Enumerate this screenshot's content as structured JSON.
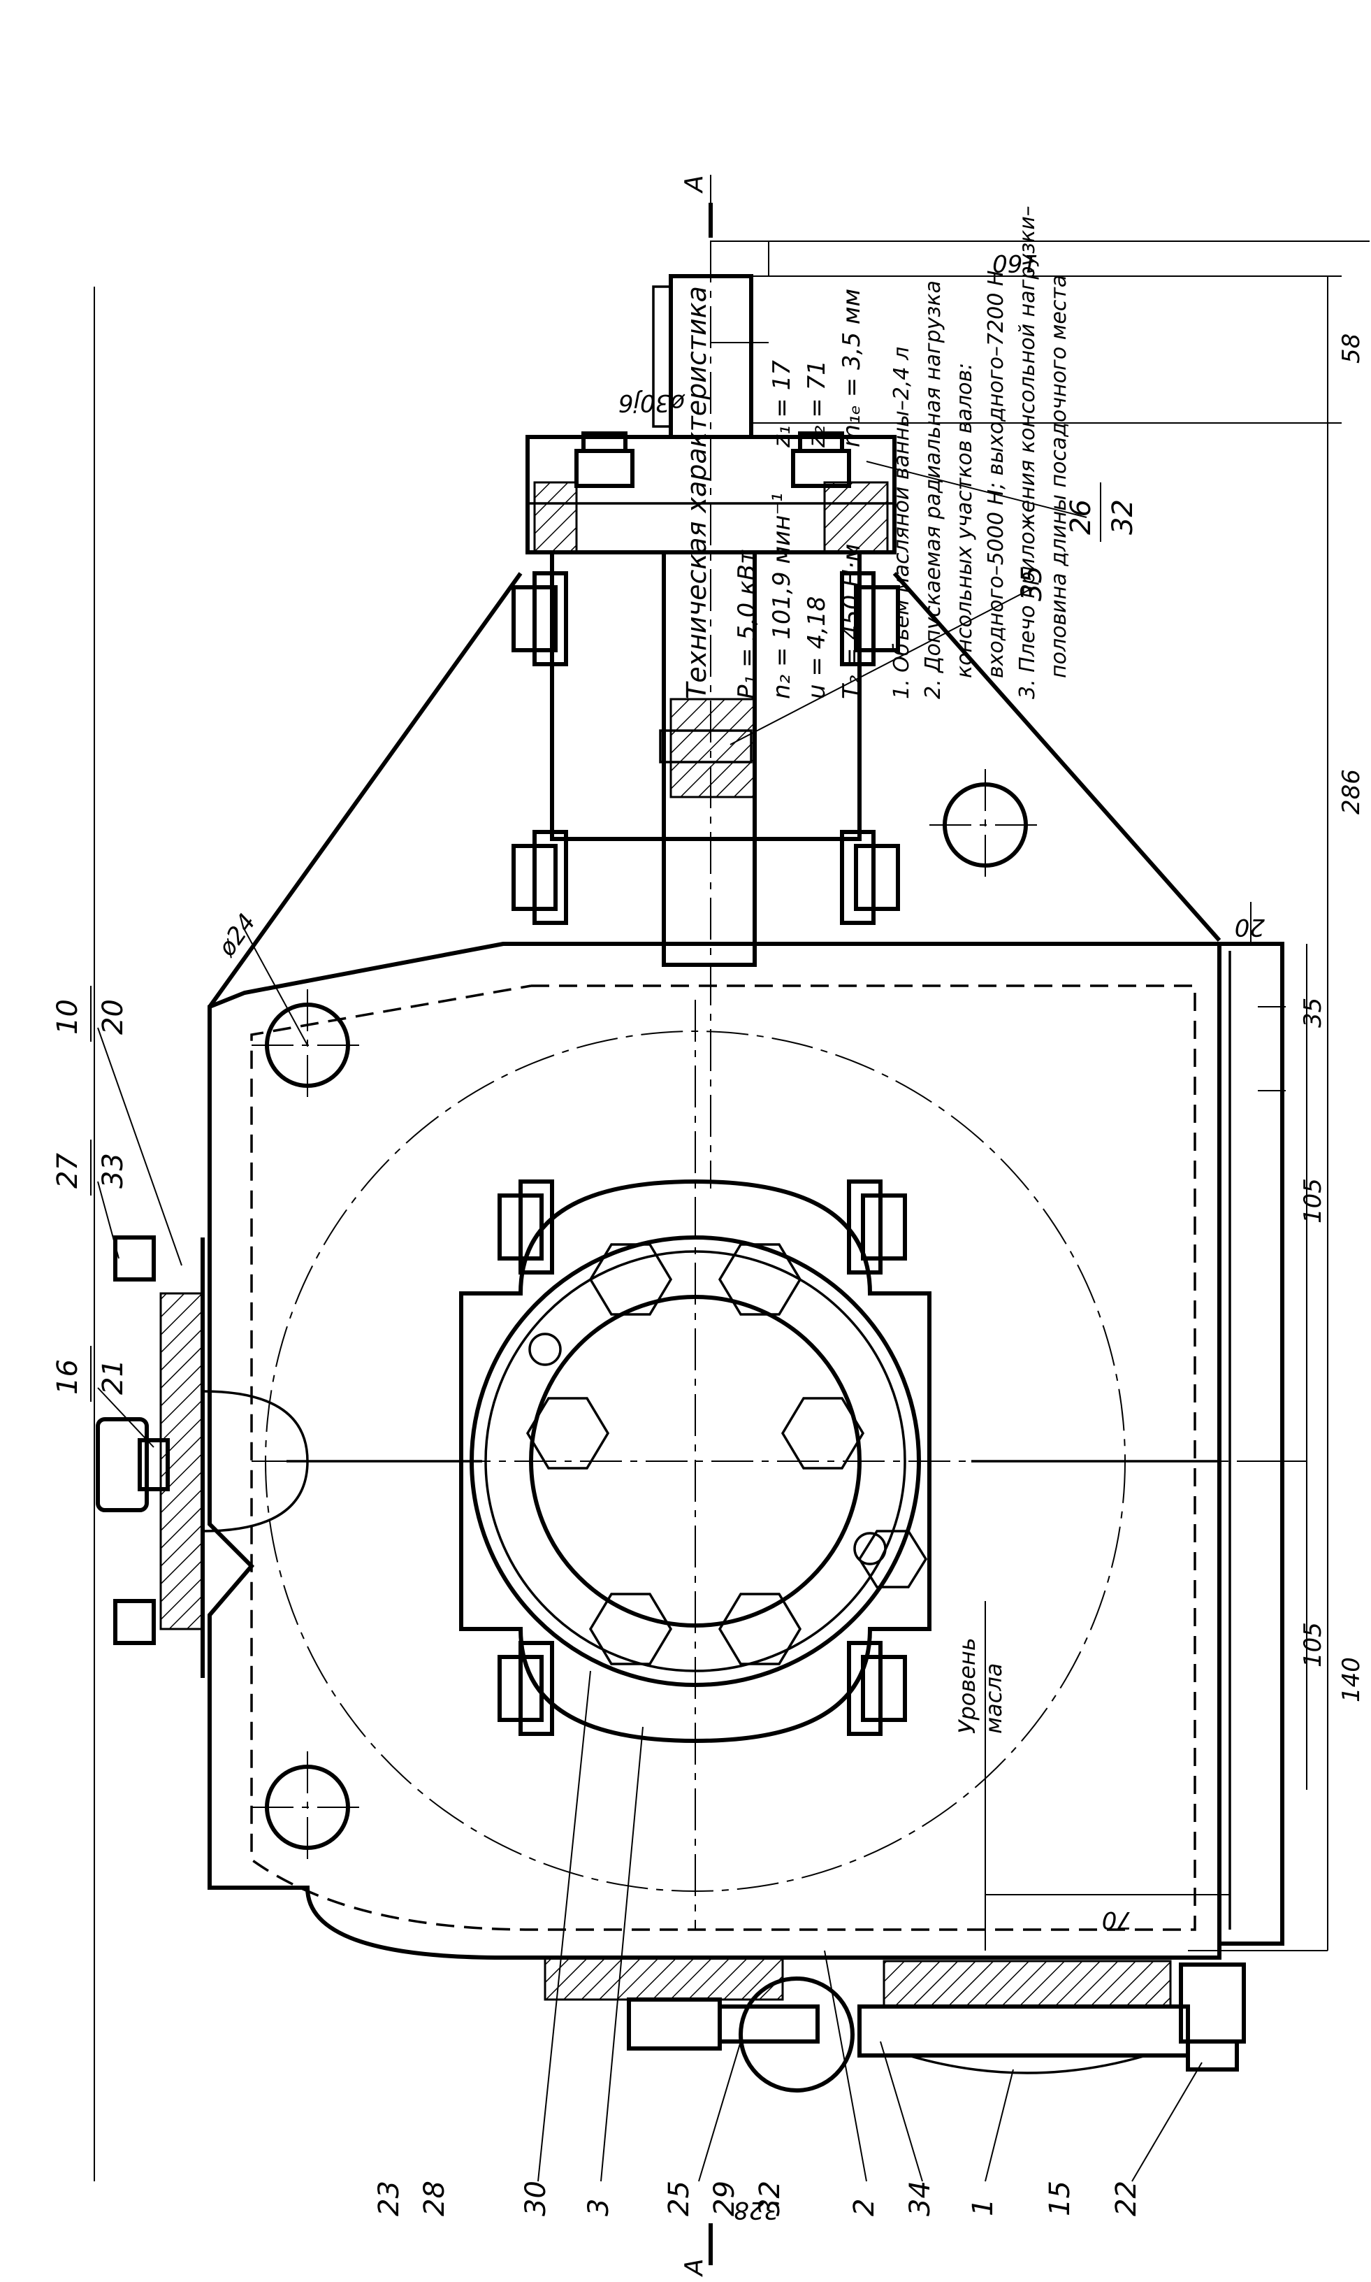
{
  "spec": {
    "title": "Техническая характеристика",
    "params": [
      "P₁ = 5,0 кВт",
      "n₂ = 101,9 мин⁻¹",
      "u = 4,18",
      "T₂ = 450 Н·м"
    ],
    "gear_params": [
      "z₁ = 17",
      "z₂ = 71",
      "m₁ₑ = 3,5 мм"
    ],
    "notes": [
      "1. Объем масляной ванны–2,4 л",
      "2. Допускаемая радиальная нагрузка",
      "консольных участков валов:",
      "входного–5000 Н; выходного–7200 Н",
      "3. Плечо приложения консольной нагрузки–",
      "половина длины посадочного места"
    ]
  },
  "oil_level": [
    "Уровень",
    "масла"
  ],
  "section": {
    "mark_top": "А",
    "mark_bottom": "А"
  },
  "dimensions": {
    "d_shaft": "ø30j6",
    "d_hole": "ø24",
    "d160": "160",
    "d58": "58",
    "d286": "286",
    "d20": "20",
    "d35": "35",
    "d105a": "105",
    "d105b": "105",
    "d140": "140",
    "d70": "70",
    "d328": "328"
  },
  "callouts": {
    "c10": "10",
    "c20": "20",
    "c27": "27",
    "c33": "33",
    "c16": "16",
    "c21": "21",
    "c35": "35",
    "c26": "26",
    "c32a": "32",
    "c23": "23",
    "c28": "28",
    "c30": "30",
    "c3": "3",
    "c25": "25",
    "c29": "29",
    "c32b": "32",
    "c2": "2",
    "c34": "34",
    "c1": "1",
    "c15": "15",
    "c22": "22"
  }
}
